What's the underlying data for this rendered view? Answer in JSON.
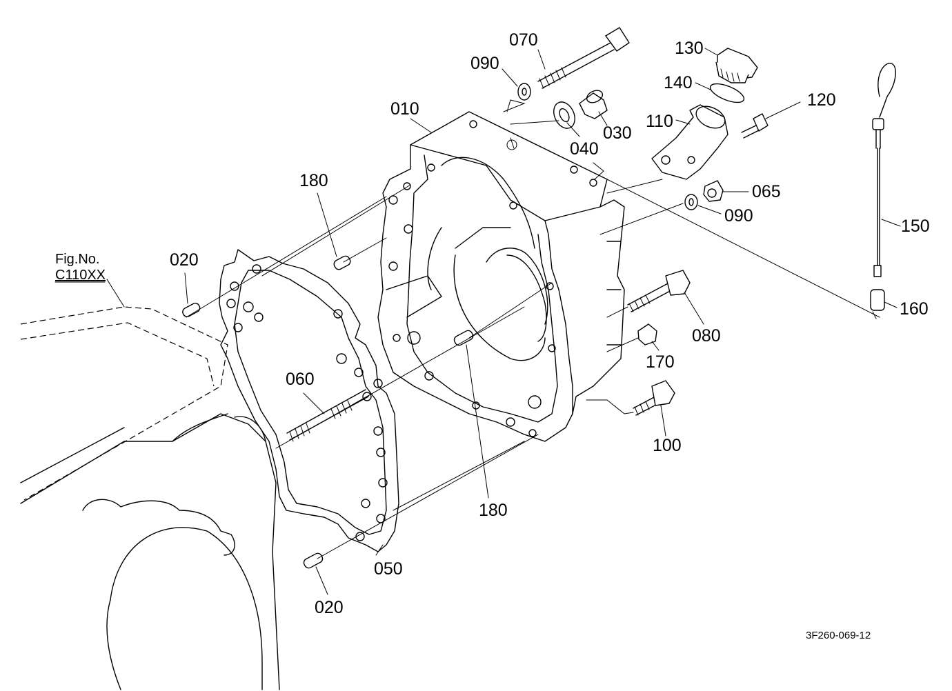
{
  "figure_reference": {
    "line1": "Fig.No.",
    "line2": "C110XX"
  },
  "drawing_code": "3F260-069-12",
  "callouts": {
    "p010": "010",
    "p020_top": "020",
    "p020_bottom": "020",
    "p030": "030",
    "p040": "040",
    "p050": "050",
    "p060": "060",
    "p065": "065",
    "p070": "070",
    "p080": "080",
    "p090_top": "090",
    "p090_right": "090",
    "p100": "100",
    "p110": "110",
    "p120": "120",
    "p130": "130",
    "p140": "140",
    "p150": "150",
    "p160": "160",
    "p170": "170",
    "p180_top": "180",
    "p180_bottom": "180"
  }
}
